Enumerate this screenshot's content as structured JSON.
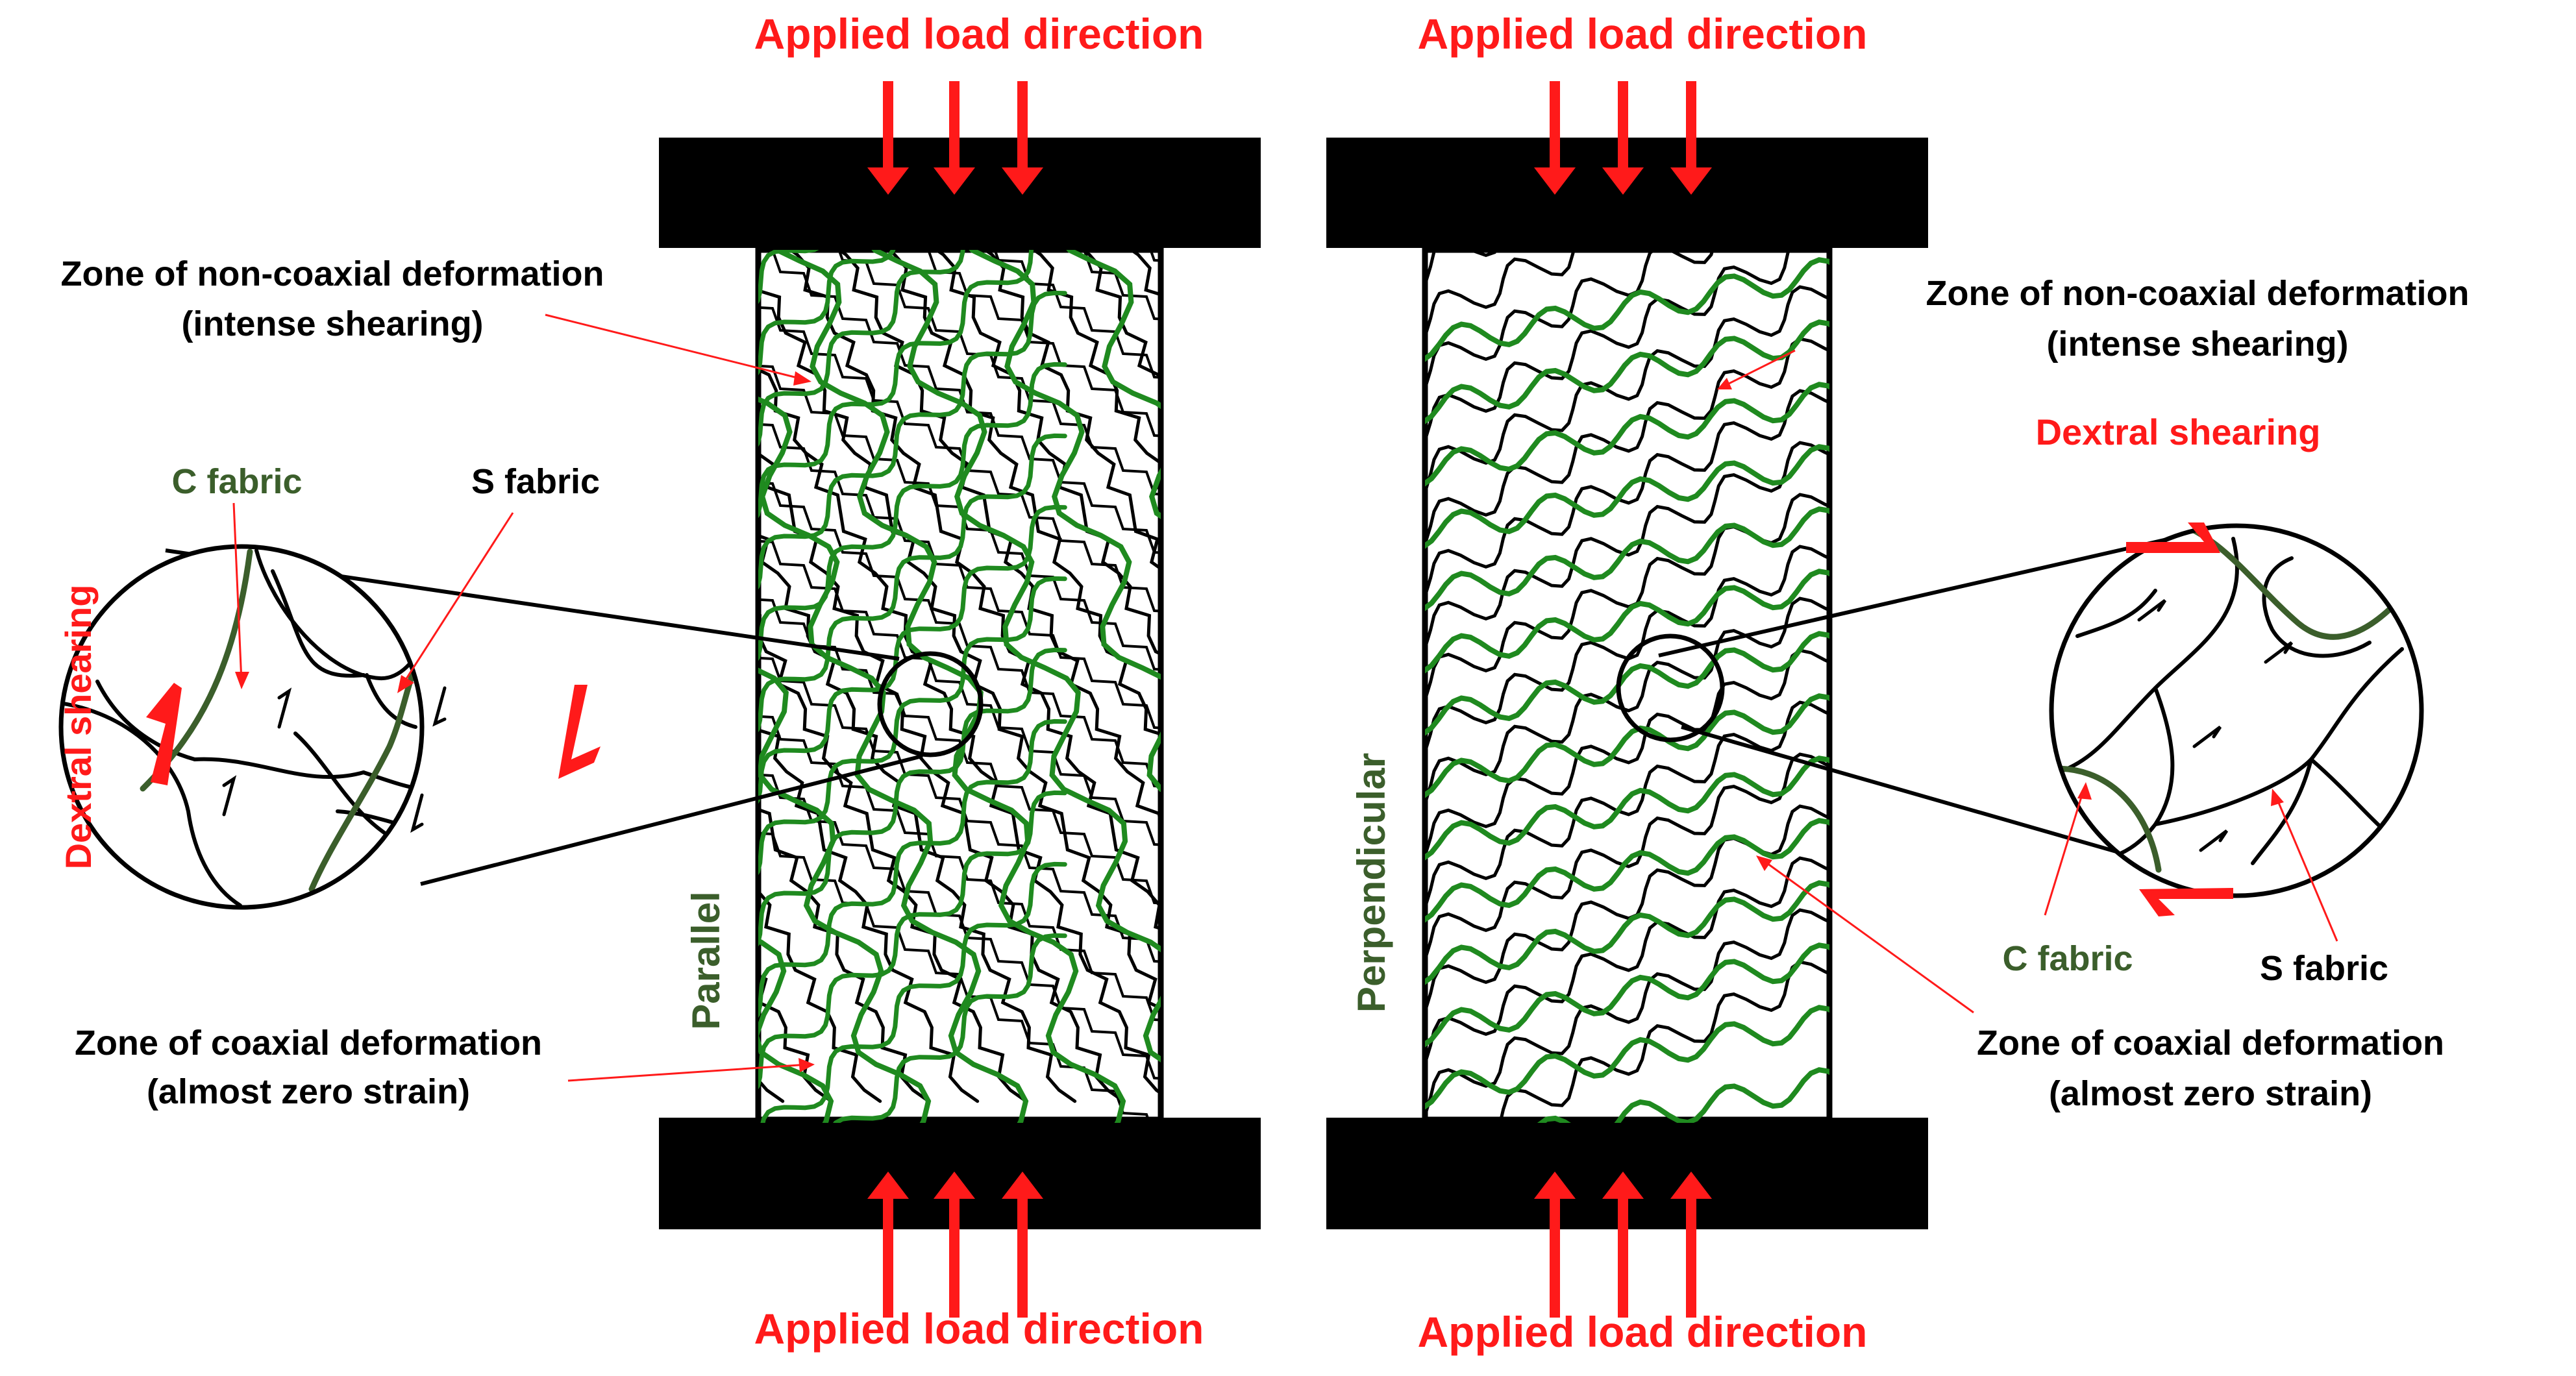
{
  "colors": {
    "red": "#ff1a1a",
    "green": "#1f8a1f",
    "dark_green": "#3b5e2b",
    "black": "#000000",
    "white": "#ffffff"
  },
  "left_panel": {
    "top_load_label": "Applied load direction",
    "bottom_load_label": "Applied load direction",
    "orientation_label": "Parallel",
    "noncoaxial_label_line1": "Zone of non-coaxial deformation",
    "noncoaxial_label_line2": "(intense shearing)",
    "coaxial_label_line1": "Zone of coaxial deformation",
    "coaxial_label_line2": "(almost zero strain)",
    "c_fabric_label": "C fabric",
    "s_fabric_label": "S fabric",
    "shearing_label": "Dextral shearing"
  },
  "right_panel": {
    "top_load_label": "Applied load direction",
    "bottom_load_label": "Applied load direction",
    "orientation_label": "Perpendicular",
    "noncoaxial_label_line1": "Zone of non-coaxial deformation",
    "noncoaxial_label_line2": "(intense shearing)",
    "coaxial_label_line1": "Zone of coaxial deformation",
    "coaxial_label_line2": "(almost zero strain)",
    "c_fabric_label": "C fabric",
    "s_fabric_label": "S fabric",
    "shearing_label": "Dextral shearing"
  },
  "icons": {
    "load_arrow": "down-up-arrow-icon",
    "shear_arrow": "half-arrow-icon"
  }
}
